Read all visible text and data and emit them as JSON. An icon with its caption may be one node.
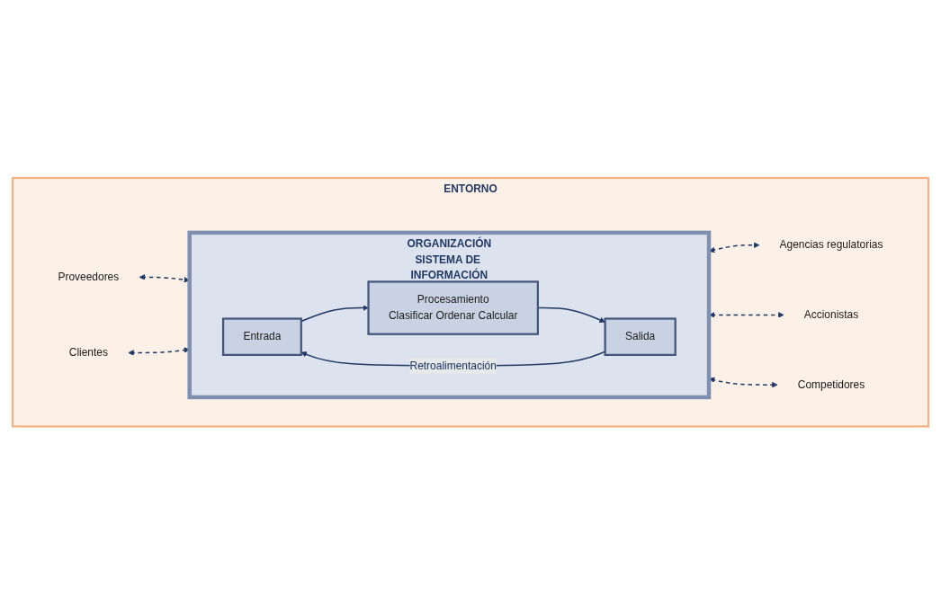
{
  "diagram": {
    "nodes": [
      {
        "text": [
          "ENTORNO"
        ]
      },
      {
        "text": [
          "Proveedores"
        ],
        "in": 0
      },
      {
        "text": [
          "Clientes"
        ],
        "in": 0
      },
      {
        "text": [
          "ORGANIZACIÓN",
          "SISTEMA DE INFORMACIÓN"
        ],
        "in": 0
      },
      {
        "text": [
          "Entrada"
        ],
        "in": 3
      },
      {
        "text": [
          "Procesamiento",
          "Clasificar Ordenar Calcular"
        ],
        "in": 3
      },
      {
        "text": [
          "Salida"
        ],
        "in": 3
      },
      {
        "text": [
          "Agencias regulatorias"
        ],
        "in": 0
      },
      {
        "text": [
          "Accionistas"
        ],
        "in": 0
      },
      {
        "text": [
          "Competidores"
        ],
        "in": 0
      }
    ],
    "edges": [
      {
        "from": 4,
        "to": 5,
        "arrow": "to"
      },
      {
        "from": 5,
        "to": 6,
        "arrow": "to"
      },
      {
        "from": 6,
        "to": 4,
        "arrow": "to",
        "label": "Retroalimentación"
      },
      {
        "from": 1,
        "to": 3,
        "arrow": "both",
        "style": "dashed"
      },
      {
        "from": 2,
        "to": 3,
        "arrow": "both",
        "style": "dashed"
      },
      {
        "from": 3,
        "to": 7,
        "arrow": "both",
        "style": "dashed"
      },
      {
        "from": 3,
        "to": 8,
        "arrow": "both",
        "style": "dashed"
      },
      {
        "from": 3,
        "to": 9,
        "arrow": "both",
        "style": "dashed"
      }
    ]
  }
}
